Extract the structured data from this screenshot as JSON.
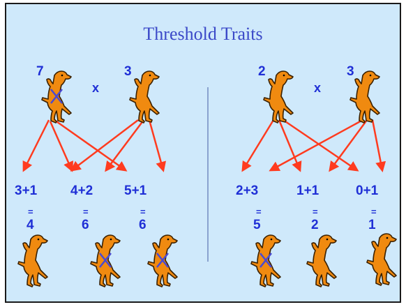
{
  "title": "Threshold Traits",
  "left": {
    "parent_a": "7",
    "cross": "x",
    "parent_b": "3",
    "sums": [
      "3+1",
      "4+2",
      "5+1"
    ],
    "equals": "=",
    "results": [
      "4",
      "6",
      "6"
    ]
  },
  "right": {
    "parent_a": "2",
    "cross": "x",
    "parent_b": "3",
    "sums": [
      "2+3",
      "1+1",
      "0+1"
    ],
    "equals": "=",
    "results": [
      "5",
      "2",
      "1"
    ]
  },
  "colors": {
    "background": "#cfe9fb",
    "text": "#1f2fd6",
    "arrows": "#ff3b1f",
    "dog": "#f08a10",
    "cross_out": "#4a4ad0"
  }
}
